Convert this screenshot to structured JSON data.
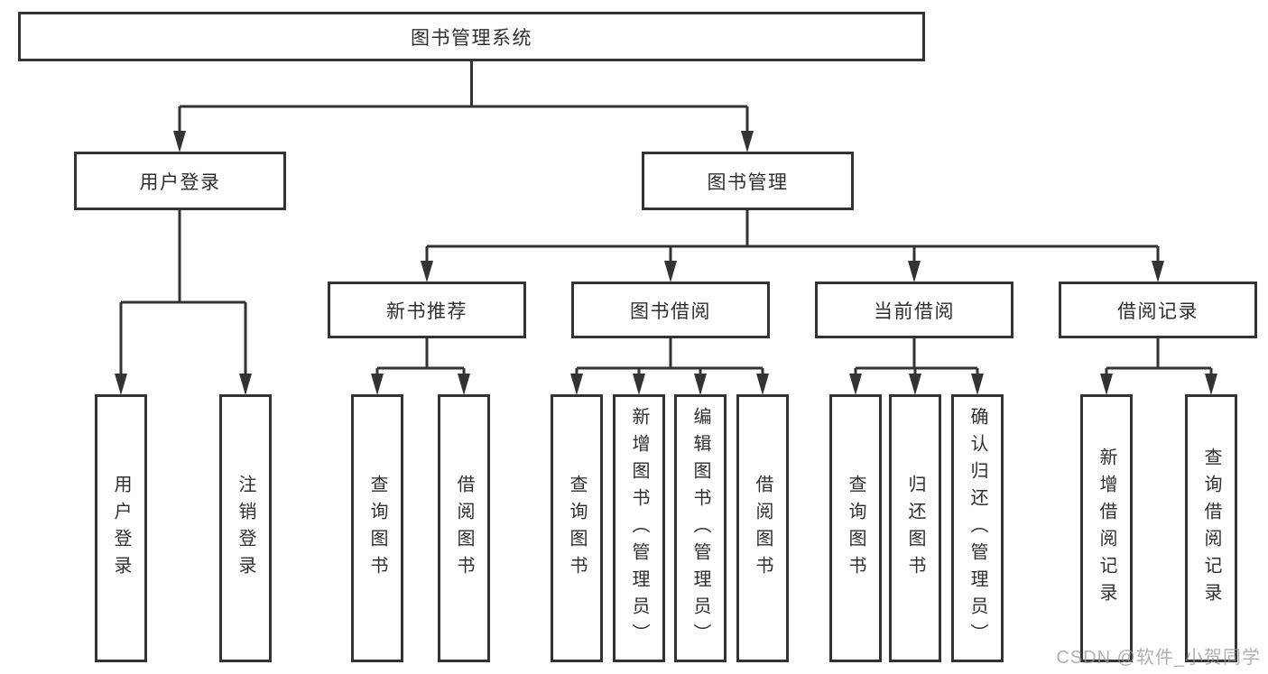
{
  "tree": {
    "root": {
      "label": "图书管理系统"
    },
    "branches": [
      {
        "label": "用户登录",
        "children": [
          {
            "label": "用户登录"
          },
          {
            "label": "注销登录"
          }
        ]
      },
      {
        "label": "图书管理",
        "groups": [
          {
            "label": "新书推荐",
            "children": [
              {
                "label": "查询图书"
              },
              {
                "label": "借阅图书"
              }
            ]
          },
          {
            "label": "图书借阅",
            "children": [
              {
                "label": "查询图书"
              },
              {
                "label": "新增图书（管理员）"
              },
              {
                "label": "编辑图书（管理员）"
              },
              {
                "label": "借阅图书"
              }
            ]
          },
          {
            "label": "当前借阅",
            "children": [
              {
                "label": "查询图书"
              },
              {
                "label": "归还图书"
              },
              {
                "label": "确认归还（管理员）"
              }
            ]
          },
          {
            "label": "借阅记录",
            "children": [
              {
                "label": "新增借阅记录"
              },
              {
                "label": "查询借阅记录"
              }
            ]
          }
        ]
      }
    ]
  },
  "watermark": "CSDN @软件_小贺同学",
  "colors": {
    "line": "#333333",
    "text": "#2f2f2f",
    "background": "#ffffff",
    "watermark": "#969696"
  }
}
